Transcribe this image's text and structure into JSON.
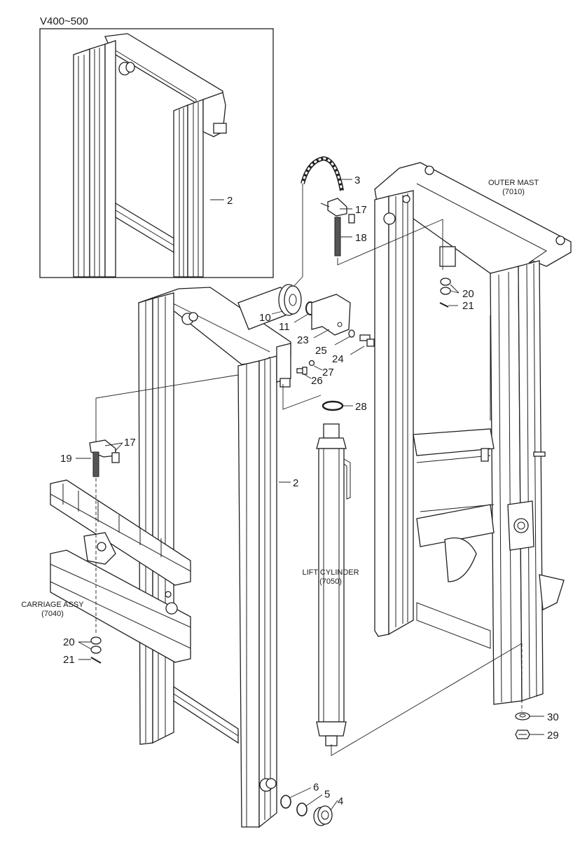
{
  "inset": {
    "title": "V400~500"
  },
  "assemblies": {
    "outer_mast": {
      "name": "OUTER MAST",
      "code": "(7010)"
    },
    "lift_cylinder": {
      "name": "LIFT CYLINDER",
      "code": "(7050)"
    },
    "carriage_assy": {
      "name": "CARRIAGE ASSY",
      "code": "(7040)"
    }
  },
  "callouts": {
    "inset_2": "2",
    "chain_3": "3",
    "bracket_17_top": "17",
    "anchor_18": "18",
    "sheave_10": "10",
    "ring_11": "11",
    "guard_23": "23",
    "washer_25": "25",
    "bolt_24": "24",
    "pin_27": "27",
    "bolt_26": "26",
    "oring_28": "28",
    "nut_20_right": "20",
    "pin_21_right": "21",
    "bracket_17_left": "17",
    "anchor_19": "19",
    "mast_2": "2",
    "nut_20_left": "20",
    "pin_21_left": "21",
    "washer_30": "30",
    "nut_29": "29",
    "shim_6": "6",
    "shim_5": "5",
    "bearing_4": "4"
  }
}
